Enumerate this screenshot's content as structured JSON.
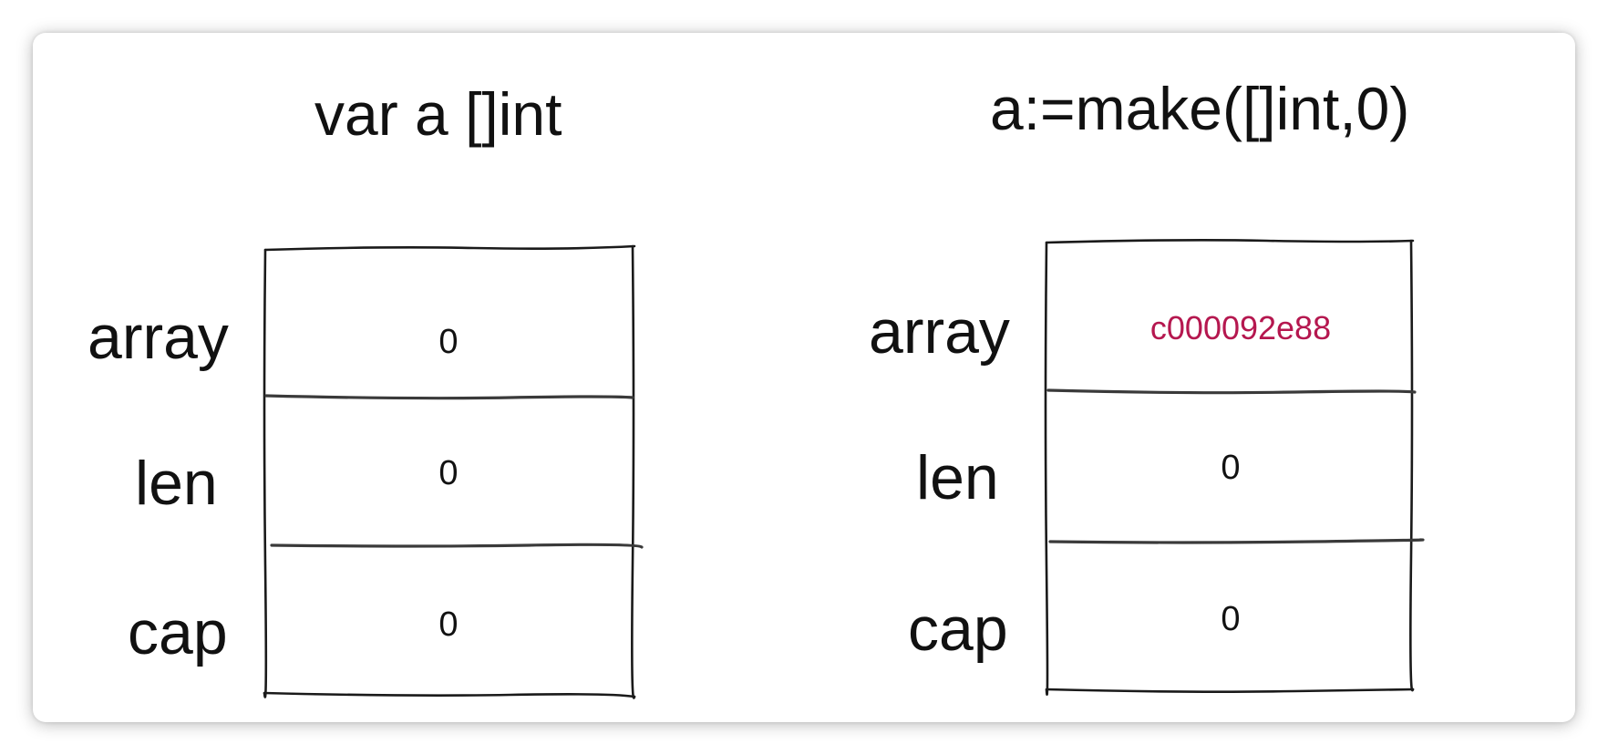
{
  "left": {
    "title": "var a []int",
    "fields": [
      {
        "label": "array",
        "value": "0"
      },
      {
        "label": "len",
        "value": "0"
      },
      {
        "label": "cap",
        "value": "0"
      }
    ]
  },
  "right": {
    "title": "a:=make([]int,0)",
    "fields": [
      {
        "label": "array",
        "value": "c000092e88"
      },
      {
        "label": "len",
        "value": "0"
      },
      {
        "label": "cap",
        "value": "0"
      }
    ]
  },
  "colors": {
    "pointer_value": "#b5174f",
    "ink": "#111111"
  }
}
